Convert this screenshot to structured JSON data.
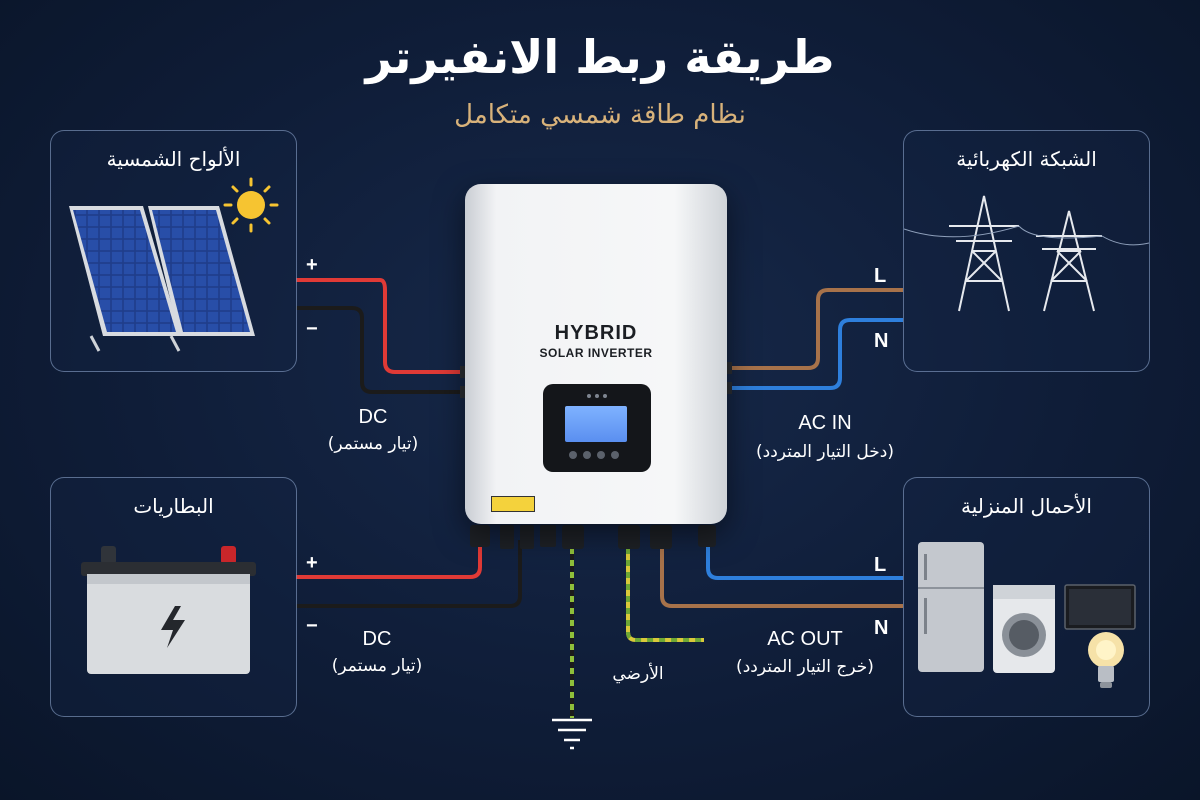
{
  "title": "طريقة ربط الانفيرتر",
  "subtitle": "نظام طاقة شمسي متكامل",
  "panels": {
    "solar": {
      "title": "الألواح الشمسية"
    },
    "grid": {
      "title": "الشبكة الكهربائية"
    },
    "battery": {
      "title": "البطاريات"
    },
    "loads": {
      "title": "الأحمال المنزلية"
    }
  },
  "inverter": {
    "brand": "HYBRID",
    "model": "SOLAR INVERTER"
  },
  "labels": {
    "solar_plus": "+",
    "solar_minus": "−",
    "battery_plus": "+",
    "battery_minus": "−",
    "dc_top": "DC",
    "dc_top_ar": "(تيار مستمر)",
    "dc_bottom": "DC",
    "dc_bottom_ar": "(تيار مستمر)",
    "grid_l": "L",
    "grid_n": "N",
    "loads_l": "L",
    "loads_n": "N",
    "ac_in": "AC IN",
    "ac_in_ar": "(دخل التيار المتردد)",
    "ac_out": "AC OUT",
    "ac_out_ar": "(خرج التيار المتردد)",
    "ground": "الأرضي"
  },
  "colors": {
    "positive_wire": "#e03a36",
    "negative_wire": "#1b1b1b",
    "line_wire": "#a7724a",
    "neutral_wire": "#2e7fdc",
    "ground_wire": "#8fbf3a",
    "subtitle": "#d8b27a"
  }
}
